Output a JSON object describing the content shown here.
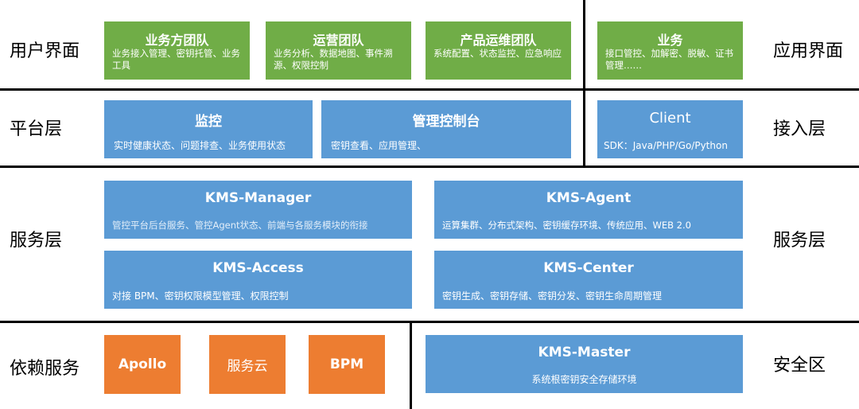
{
  "layers": {
    "user_ui": "用户界面",
    "app_ui": "应用界面",
    "platform": "平台层",
    "access": "接入层",
    "service_left": "服务层",
    "service_right": "服务层",
    "dependency": "依赖服务",
    "security": "安全区"
  },
  "user_row": [
    {
      "title": "业务方团队",
      "desc": "业务接入管理、密钥托管、业务工具"
    },
    {
      "title": "运营团队",
      "desc": "业务分析、数据地图、事件溯源、权限控制"
    },
    {
      "title": "产品运维团队",
      "desc": "系统配置、状态监控、应急响应"
    },
    {
      "title": "业务",
      "desc": "接口管控、加解密、脱敏、证书管理……"
    }
  ],
  "platform_row": [
    {
      "title": "监控",
      "desc": "实时健康状态、问题排查、业务使用状态"
    },
    {
      "title": "管理控制台",
      "desc": "密钥查看、应用管理、"
    },
    {
      "title": "Client",
      "desc": "SDK：Java/PHP/Go/Python"
    }
  ],
  "service_row": [
    {
      "title": "KMS-Manager",
      "desc": "管控平台后台服务、管控Agent状态、前端与各服务模块的衔接"
    },
    {
      "title": "KMS-Agent",
      "desc": "运算集群、分布式架构、密钥缓存环境、传统应用、WEB 2.0"
    },
    {
      "title": "KMS-Access",
      "desc": "对接 BPM、密钥权限模型管理、权限控制"
    },
    {
      "title": "KMS-Center",
      "desc": "密钥生成、密钥存储、密钥分发、密钥生命周期管理"
    }
  ],
  "dependency_row": [
    {
      "title": "Apollo"
    },
    {
      "title": "服务云"
    },
    {
      "title": "BPM"
    }
  ],
  "security_box": {
    "title": "KMS-Master",
    "desc": "系统根密钥安全存储环境"
  },
  "colors": {
    "green": "#70AD47",
    "blue": "#5B9BD5",
    "orange": "#ED7D31",
    "line": "#000000"
  }
}
